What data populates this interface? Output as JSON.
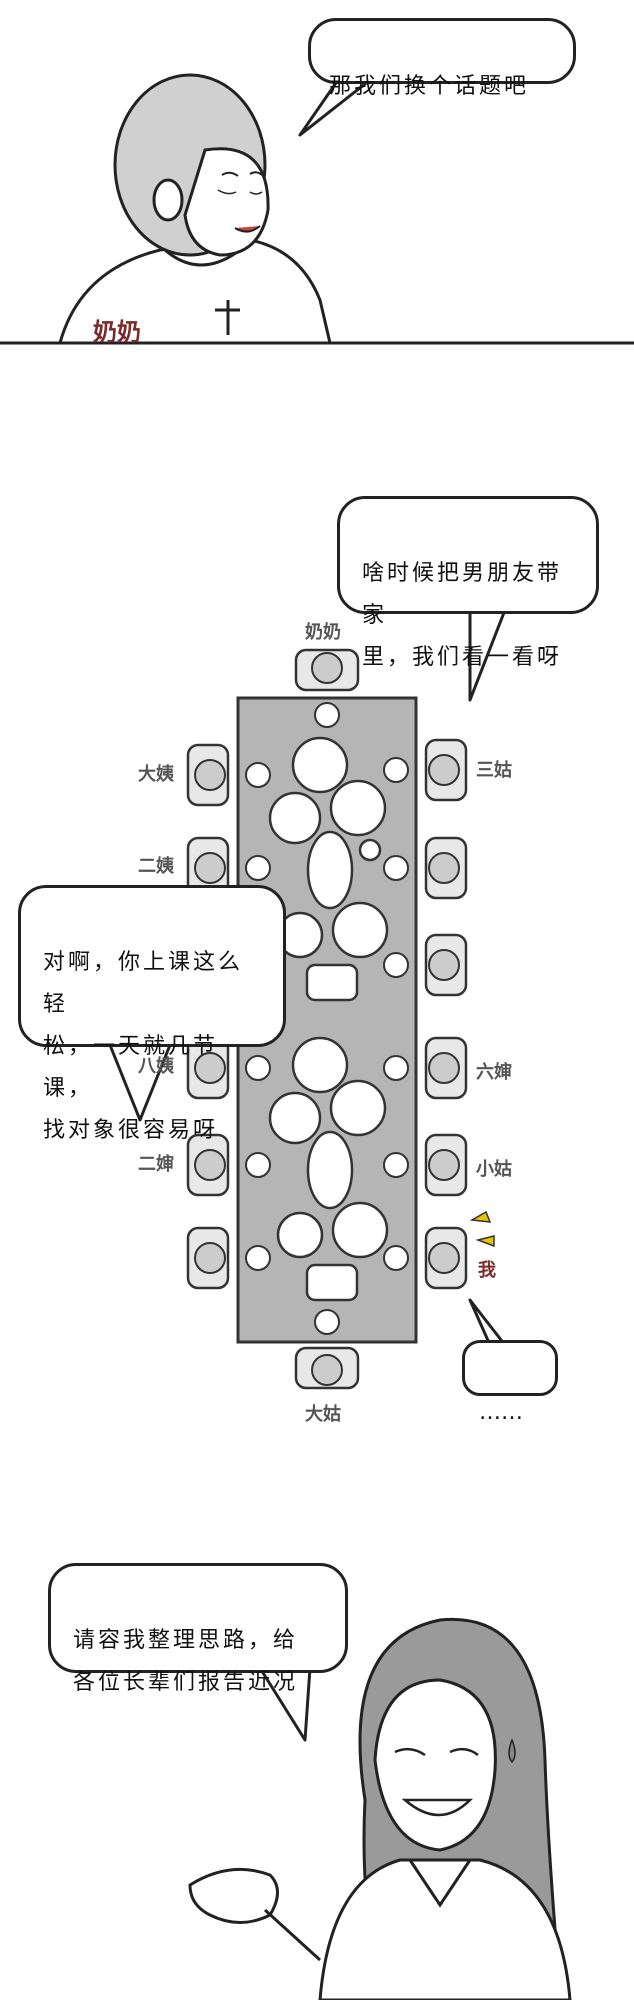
{
  "panel1": {
    "speech": "那我们换个话题吧",
    "name_tag": "奶奶",
    "name_color": "#7a2a2a"
  },
  "panel2": {
    "speech_top": "啥时候把男朋友带家\n里，我们看一看呀",
    "speech_left": "对啊，你上课这么轻\n松，一天就几节课，\n找对象很容易呀",
    "speech_me": "……",
    "seats": {
      "top": "奶奶",
      "bottom": "大姑",
      "left": [
        "大姨",
        "二姨",
        "八姨",
        "二婶"
      ],
      "right": [
        "三姑",
        "六婶",
        "小姑"
      ],
      "me": "我"
    },
    "me_color": "#7a2a2a",
    "accent_color": "#e8c400",
    "table_color": "#b5b5b5"
  },
  "panel3": {
    "speech": "请容我整理思路，给\n各位长辈们报告近况"
  }
}
